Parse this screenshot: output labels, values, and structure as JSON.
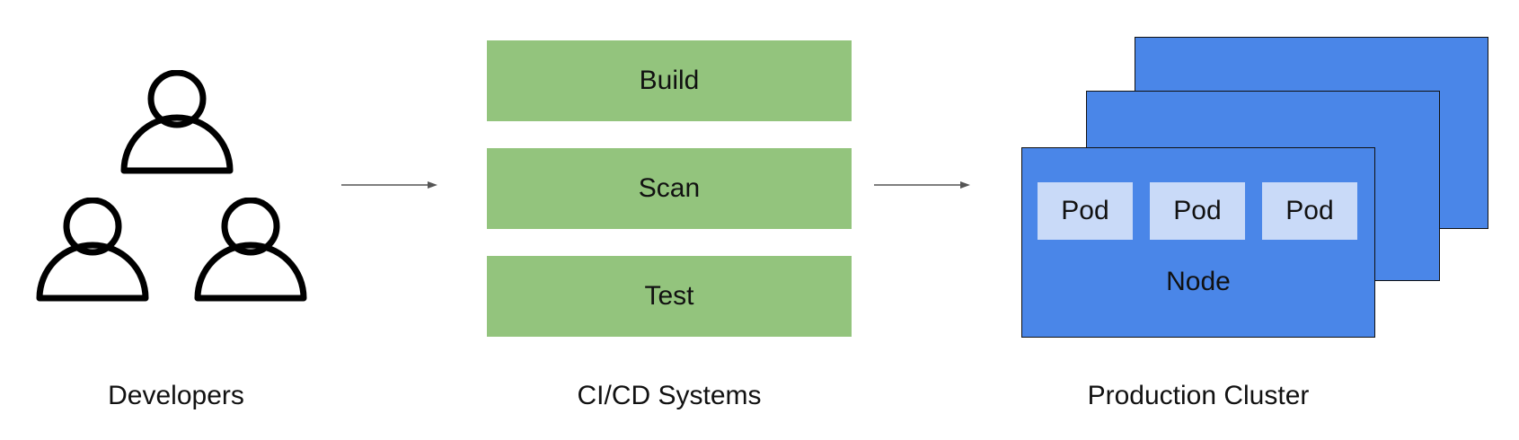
{
  "developers": {
    "label": "Developers",
    "icon": "person-icon",
    "count": 3,
    "icon_color": "#000000"
  },
  "cicd": {
    "label": "CI/CD Systems",
    "stage_color": "#93c47d",
    "stages": [
      {
        "label": "Build"
      },
      {
        "label": "Scan"
      },
      {
        "label": "Test"
      }
    ]
  },
  "cluster": {
    "label": "Production Cluster",
    "node_color": "#4a86e8",
    "pod_color": "#c9daf8",
    "node_label": "Node",
    "pods": [
      {
        "label": "Pod"
      },
      {
        "label": "Pod"
      },
      {
        "label": "Pod"
      }
    ]
  },
  "arrows": [
    {
      "from": "Developers",
      "to": "CI/CD Systems"
    },
    {
      "from": "CI/CD Systems",
      "to": "Production Cluster"
    }
  ]
}
